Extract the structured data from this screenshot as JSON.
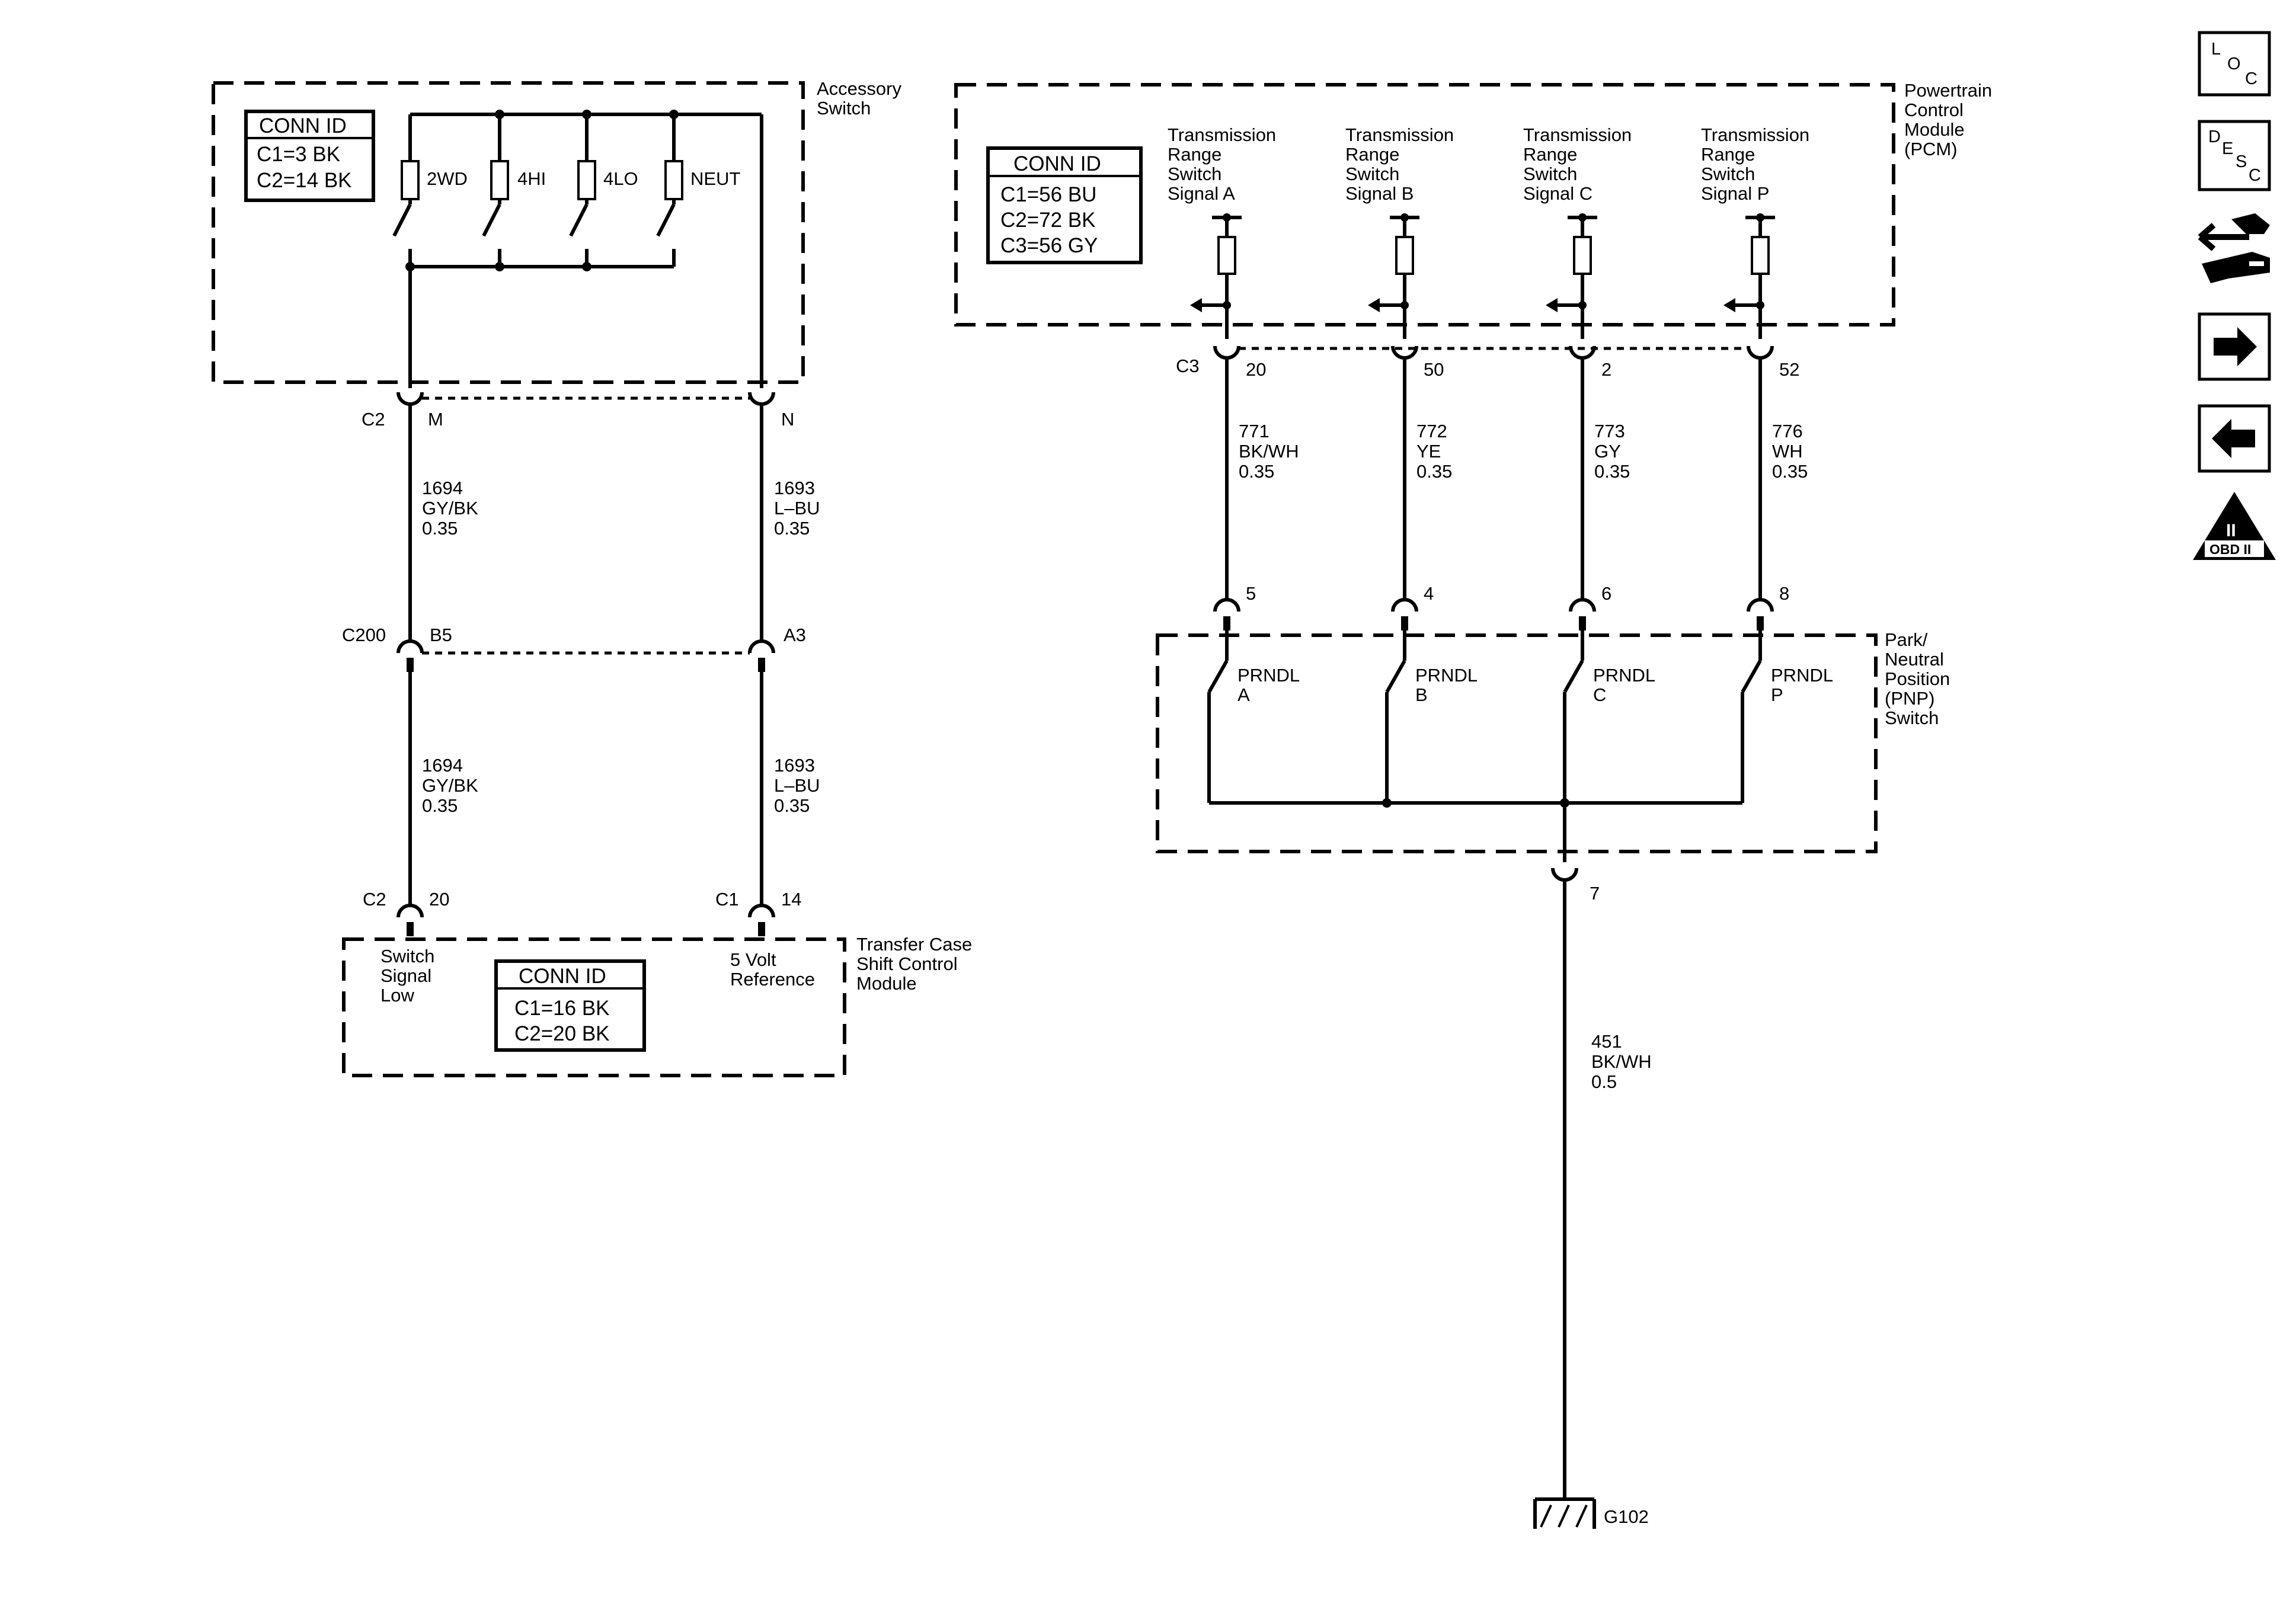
{
  "accessory_switch": {
    "title_lines": [
      "Accessory",
      "Switch"
    ],
    "conn_id": {
      "title": "CONN ID",
      "lines": [
        "C1=3 BK",
        "C2=14 BK"
      ]
    },
    "positions": [
      "2WD",
      "4HI",
      "4LO",
      "NEUT"
    ]
  },
  "connectors_left": {
    "c2_top": "C2",
    "pin_m": "M",
    "pin_n": "N",
    "c200": "C200",
    "pin_b5": "B5",
    "pin_a3": "A3",
    "c2_bottom": "C2",
    "pin_20": "20",
    "c1_bottom": "C1",
    "pin_14": "14"
  },
  "wires_left": {
    "w1694_upper": [
      "1694",
      "GY/BK",
      "0.35"
    ],
    "w1693_upper": [
      "1693",
      "L–BU",
      "0.35"
    ],
    "w1694_lower": [
      "1694",
      "GY/BK",
      "0.35"
    ],
    "w1693_lower": [
      "1693",
      "L–BU",
      "0.35"
    ]
  },
  "transfer_case_module": {
    "title_lines": [
      "Transfer Case",
      "Shift Control",
      "Module"
    ],
    "switch_signal_low": [
      "Switch",
      "Signal",
      "Low"
    ],
    "five_volt_ref": [
      "5 Volt",
      "Reference"
    ],
    "conn_id": {
      "title": "CONN ID",
      "lines": [
        "C1=16 BK",
        "C2=20 BK"
      ]
    }
  },
  "pcm": {
    "title_lines": [
      "Powertrain",
      "Control",
      "Module",
      "(PCM)"
    ],
    "conn_id": {
      "title": "CONN ID",
      "lines": [
        "C1=56 BU",
        "C2=72 BK",
        "C3=56 GY"
      ]
    },
    "signals": [
      [
        "Transmission",
        "Range",
        "Switch",
        "Signal A"
      ],
      [
        "Transmission",
        "Range",
        "Switch",
        "Signal B"
      ],
      [
        "Transmission",
        "Range",
        "Switch",
        "Signal C"
      ],
      [
        "Transmission",
        "Range",
        "Switch",
        "Signal P"
      ]
    ],
    "connector": "C3",
    "pins": [
      "20",
      "50",
      "2",
      "52"
    ]
  },
  "pcm_wires": [
    [
      "771",
      "BK/WH",
      "0.35"
    ],
    [
      "772",
      "YE",
      "0.35"
    ],
    [
      "773",
      "GY",
      "0.35"
    ],
    [
      "776",
      "WH",
      "0.35"
    ]
  ],
  "pnp_switch": {
    "title_lines": [
      "Park/",
      "Neutral",
      "Position",
      "(PNP)",
      "Switch"
    ],
    "pins": [
      "5",
      "4",
      "6",
      "8"
    ],
    "contacts": [
      [
        "PRNDL",
        "A"
      ],
      [
        "PRNDL",
        "B"
      ],
      [
        "PRNDL",
        "C"
      ],
      [
        "PRNDL",
        "P"
      ]
    ],
    "ground_pin": "7"
  },
  "ground_wire": [
    "451",
    "BK/WH",
    "0.5"
  ],
  "ground": "G102",
  "nav": {
    "loc": [
      "L",
      "O",
      "C"
    ],
    "desc": [
      "D",
      "E",
      "S",
      "C"
    ],
    "obd": [
      "II",
      "OBD II"
    ]
  }
}
